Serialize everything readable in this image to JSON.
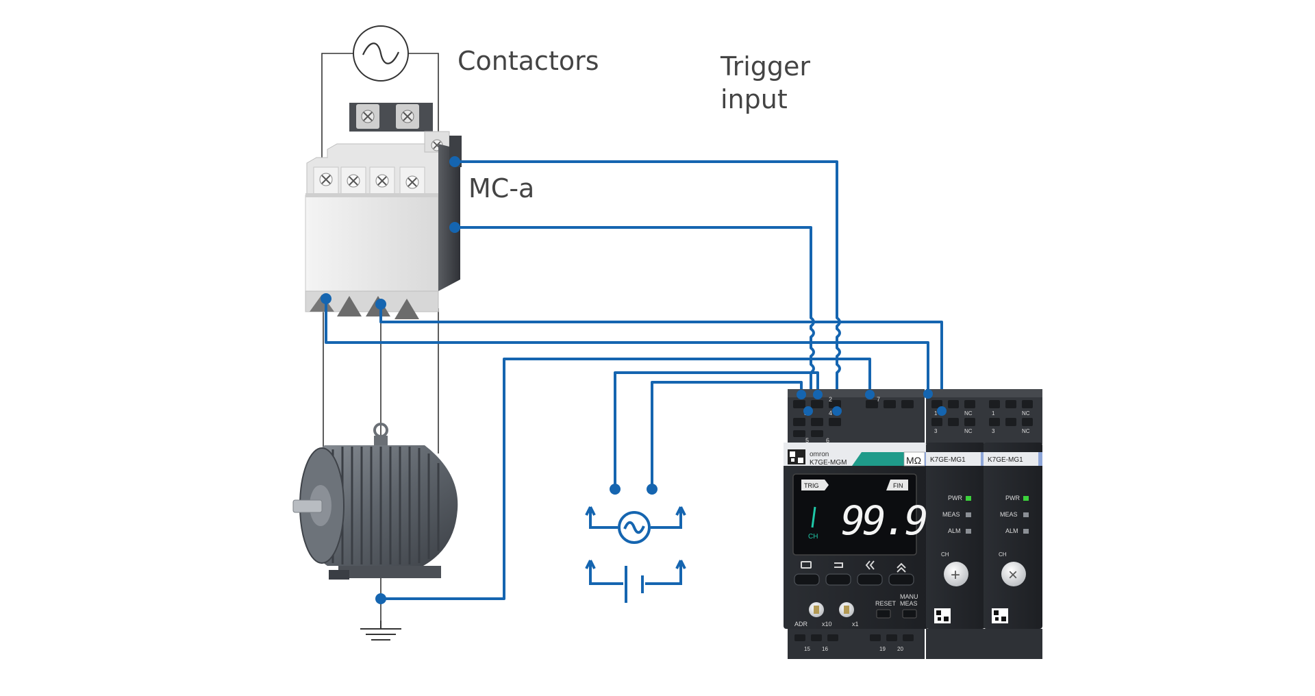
{
  "labels": {
    "contactors": "Contactors",
    "trigger_line1": "Trigger",
    "trigger_line2": "input",
    "mc_a": "MC-a"
  },
  "colors": {
    "wire_blue": "#1565b0",
    "wire_black": "#333333",
    "label_gray": "#444444",
    "device_dark": "#2b2e33",
    "device_teal": "#1f9b8a",
    "pwr_led": "#3cd13c"
  },
  "main_unit": {
    "brand": "omron",
    "model": "K7GE-MGM",
    "unit_symbol": "MΩ",
    "trig": "TRIG",
    "fin": "FIN",
    "ch": "CH",
    "reading": "99.9",
    "reset": "RESET",
    "manu": "MANU",
    "meas": "MEAS",
    "adr": "ADR",
    "x10": "x10",
    "x1": "x1",
    "term_top": [
      "3",
      "2",
      "4",
      "7"
    ],
    "term_mid": [
      "5",
      "6"
    ],
    "term_bottom": [
      "15",
      "16",
      "19",
      "20"
    ]
  },
  "sub_units": [
    {
      "model": "K7GE-MG1",
      "pwr": "PWR",
      "meas": "MEAS",
      "alm": "ALM",
      "ch": "CH",
      "dial_symbol": "+",
      "term_top": [
        "1",
        "NC"
      ],
      "term_mid": [
        "3",
        "NC"
      ]
    },
    {
      "model": "K7GE-MG1",
      "pwr": "PWR",
      "meas": "MEAS",
      "alm": "ALM",
      "ch": "CH",
      "dial_symbol": "×",
      "term_top": [
        "1",
        "NC"
      ],
      "term_mid": [
        "3",
        "NC"
      ]
    }
  ],
  "icons": {
    "ac_source_top": "ac-source-icon",
    "ac_source_trigger": "ac-source-icon",
    "dc_source_trigger": "battery-icon",
    "ground": "ground-icon",
    "motor": "motor-icon",
    "contactor": "contactor-icon"
  }
}
